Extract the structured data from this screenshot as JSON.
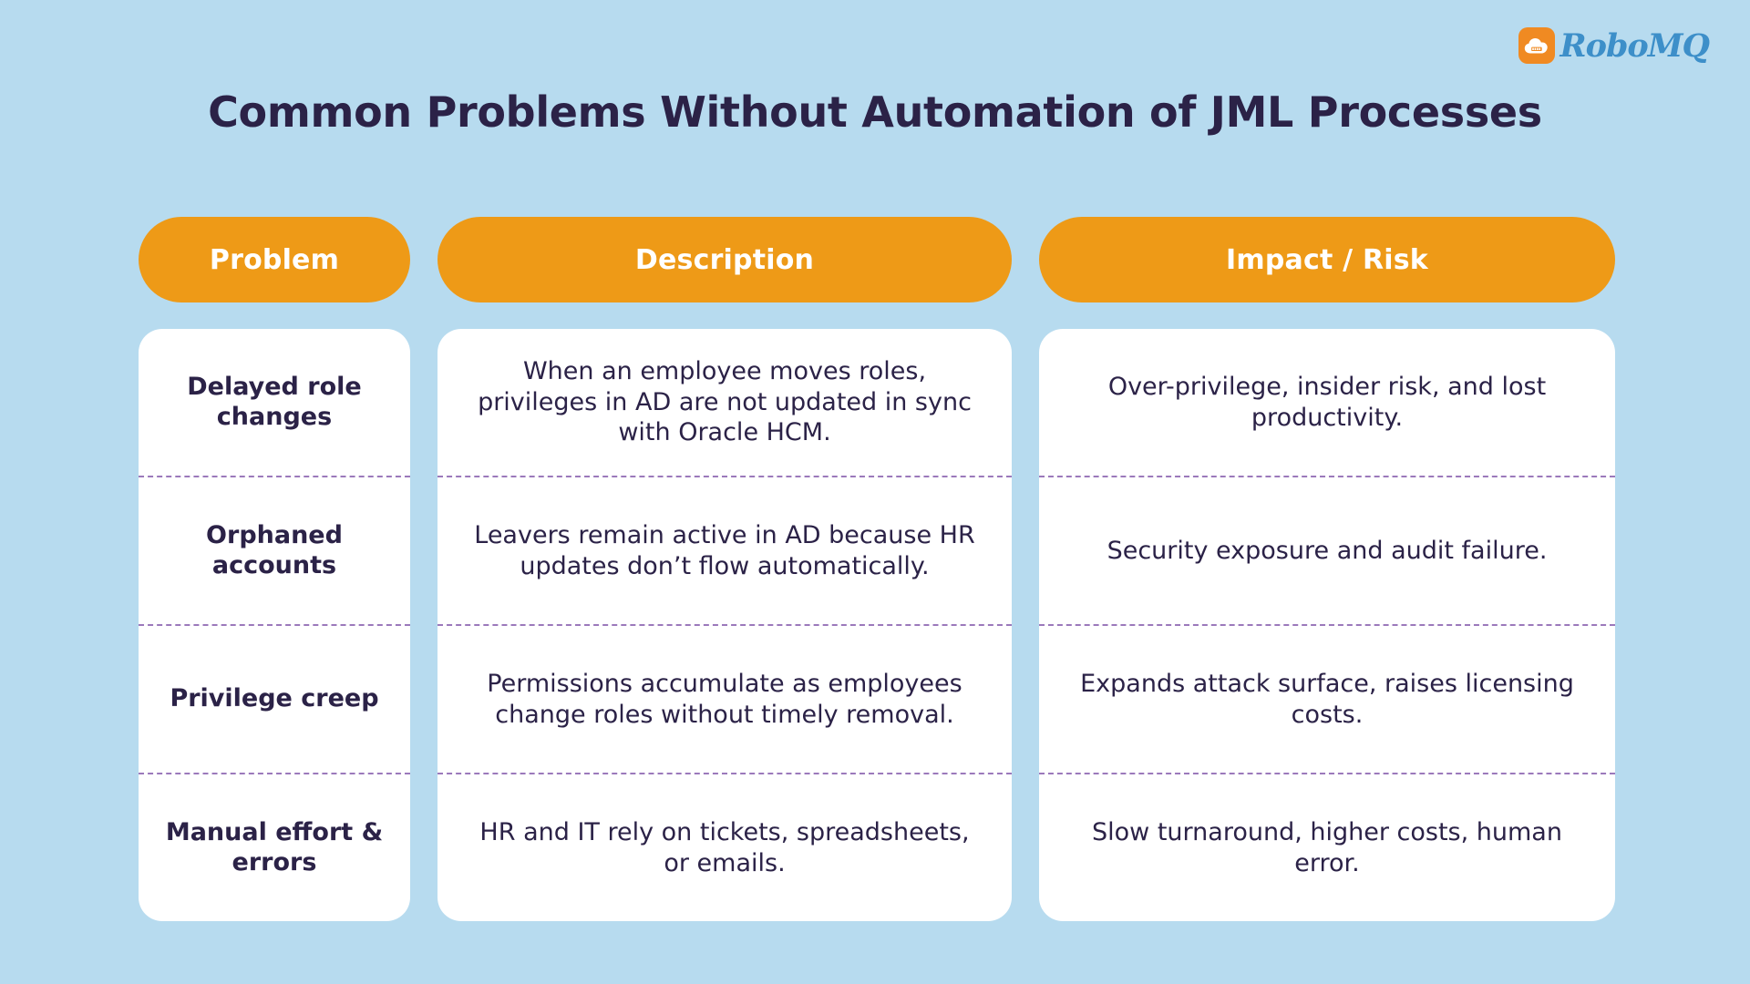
{
  "brand": {
    "logo_icon": "cloud-icon",
    "name": "RoboMQ",
    "accent_orange": "#f08a22",
    "accent_blue": "#3d8fc9"
  },
  "page": {
    "title": "Common Problems Without Automation of JML Processes",
    "background_color": "#b7dbef",
    "title_color": "#2b2247"
  },
  "table": {
    "header_color": "#ee9a17",
    "header_text_color": "#ffffff",
    "card_color": "#ffffff",
    "divider_color": "#9b79bb",
    "columns": [
      {
        "label": "Problem"
      },
      {
        "label": "Description"
      },
      {
        "label": "Impact / Risk"
      }
    ],
    "rows": [
      {
        "problem": "Delayed role changes",
        "description": "When an employee moves roles, privileges in AD are not updated in sync with Oracle HCM.",
        "impact": "Over-privilege, insider risk, and lost productivity."
      },
      {
        "problem": "Orphaned accounts",
        "description": "Leavers remain active in AD because HR updates don’t flow automatically.",
        "impact": "Security exposure and audit failure."
      },
      {
        "problem": "Privilege creep",
        "description": "Permissions accumulate as employees change roles without timely removal.",
        "impact": "Expands attack surface, raises licensing costs."
      },
      {
        "problem": "Manual effort & errors",
        "description": "HR and IT rely on tickets, spreadsheets, or emails.",
        "impact": "Slow turnaround, higher costs, human error."
      }
    ]
  }
}
